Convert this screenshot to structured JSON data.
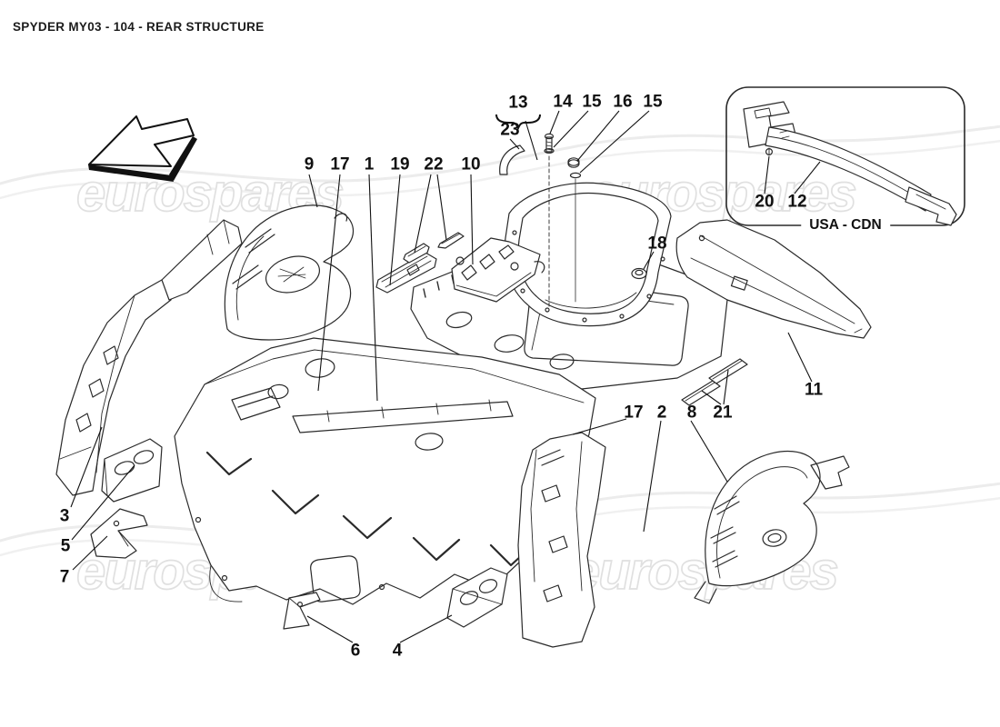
{
  "page_title": "SPYDER MY03 - 104 - REAR STRUCTURE",
  "watermark": {
    "text": "eurospares"
  },
  "inset_box": {
    "caption": "USA - CDN"
  },
  "callouts": [
    {
      "text": "9"
    },
    {
      "text": "17"
    },
    {
      "text": "1"
    },
    {
      "text": "19"
    },
    {
      "text": "22"
    },
    {
      "text": "10"
    },
    {
      "text": "13"
    },
    {
      "text": "23"
    },
    {
      "text": "14"
    },
    {
      "text": "15"
    },
    {
      "text": "16"
    },
    {
      "text": "15"
    },
    {
      "text": "18"
    },
    {
      "text": "20"
    },
    {
      "text": "12"
    },
    {
      "text": "11"
    },
    {
      "text": "17"
    },
    {
      "text": "2"
    },
    {
      "text": "8"
    },
    {
      "text": "21"
    },
    {
      "text": "3"
    },
    {
      "text": "5"
    },
    {
      "text": "7"
    },
    {
      "text": "6"
    },
    {
      "text": "4"
    }
  ],
  "colors": {
    "line": "#2a2a2a",
    "label": "#111111",
    "watermark_stroke": "#e0e0e0",
    "title": "#1c1c1c"
  }
}
